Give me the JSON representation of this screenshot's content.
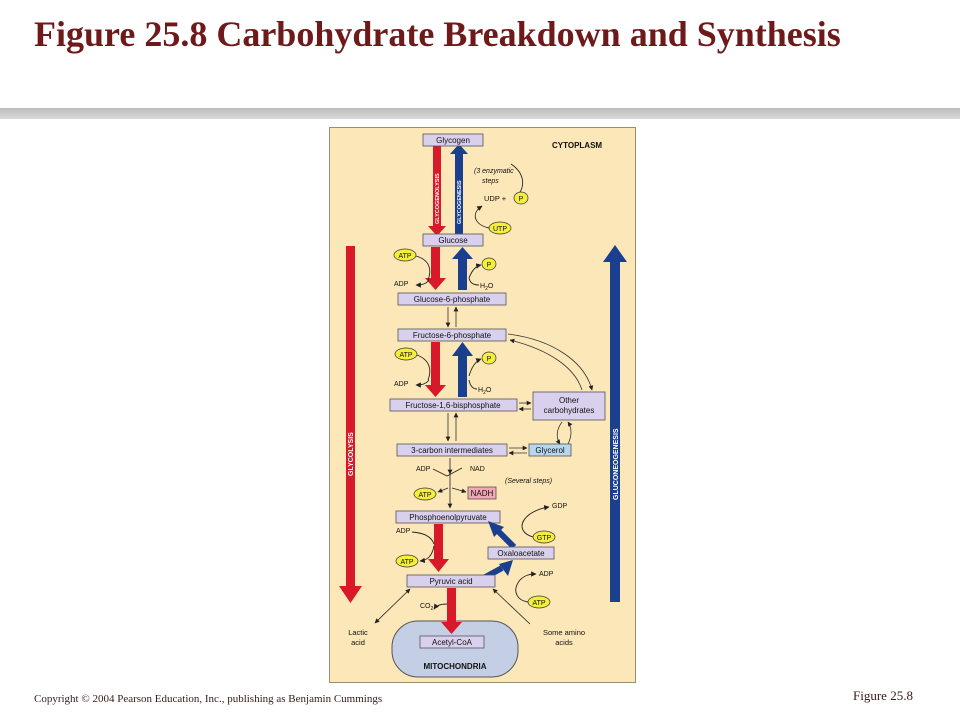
{
  "title": "Figure 25.8  Carbohydrate Breakdown and Synthesis",
  "copyright": "Copyright © 2004 Pearson Education, Inc., publishing as Benjamin Cummings",
  "figure_label": "Figure 25.8",
  "diagram": {
    "cytoplasm": "CYTOPLASM",
    "mitochondria": "MITOCHONDRIA",
    "boxes": {
      "glycogen": "Glycogen",
      "glucose": "Glucose",
      "g6p": "Glucose-6-phosphate",
      "f6p": "Fructose-6-phosphate",
      "f16bp": "Fructose-1,6-bisphosphate",
      "other1": "Other",
      "other2": "carbohydrates",
      "three_carbon": "3-carbon intermediates",
      "glycerol": "Glycerol",
      "nadh": "NADH",
      "pep": "Phosphoenolpyruvate",
      "oxaloacetate": "Oxaloacetate",
      "pyruvic": "Pyruvic acid",
      "acetyl": "Acetyl-CoA"
    },
    "labels": {
      "glycogenolysis": "GLYCOGENOLYSIS",
      "glycogenesis": "GLYCOGENESIS",
      "glycolysis": "GLYCOLYSIS",
      "gluconeogenesis": "GLUCONEOGENESIS",
      "enzymatic1": "(3 enzymatic",
      "enzymatic2": "steps",
      "udp": "UDP +",
      "utp": "UTP",
      "atp": "ATP",
      "adp": "ADP",
      "p": "P",
      "h2o": "H",
      "h2o_sub": "2",
      "h2o_o": "O",
      "nad": "NAD",
      "several": "(Several steps)",
      "gdp": "GDP",
      "gtp": "GTP",
      "co2": "CO",
      "co2_sub": "2",
      "lactic1": "Lactic",
      "lactic2": "acid",
      "amino1": "Some amino",
      "amino2": "acids"
    }
  },
  "colors": {
    "title": "#6e1a1a",
    "background": "#fbe7b7",
    "box": "#d8d0ec",
    "glycolysis_red": "#d7192a",
    "gluconeogenesis_blue": "#1b3f8f",
    "atp_yellow": "#f4ef3a",
    "nadh_pink": "#f2a7b4",
    "glycerol_blue": "#b7d7ee",
    "mitochondria": "#c4cfe6"
  }
}
